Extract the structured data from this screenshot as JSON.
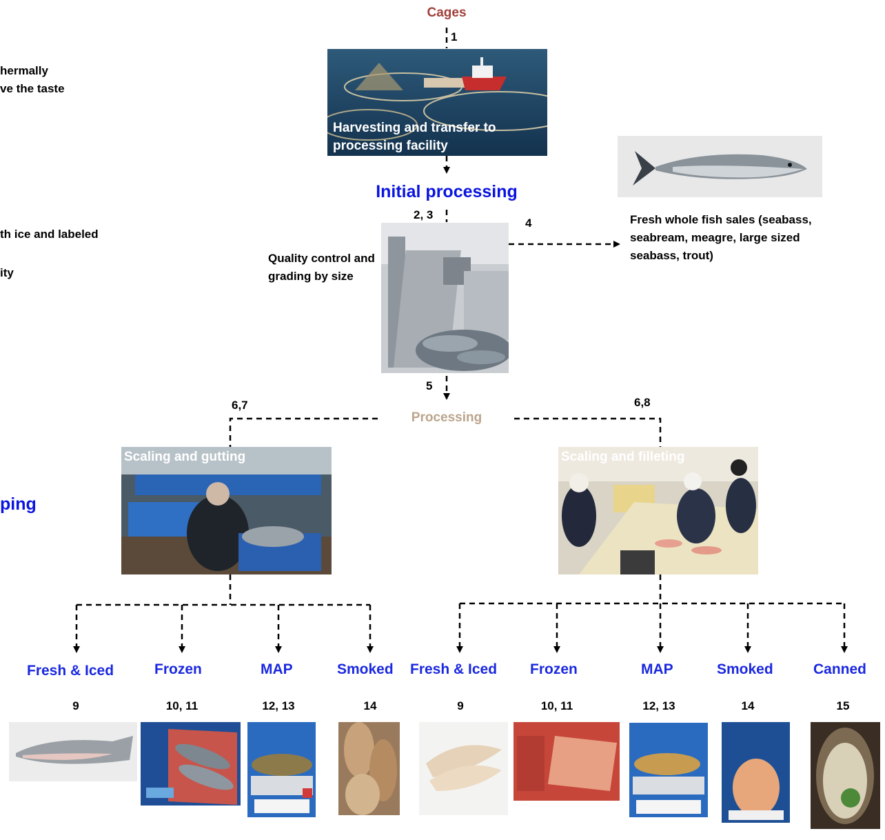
{
  "top": {
    "cages": "Cages"
  },
  "labels": {
    "harvest": "Harvesting and transfer to processing facility",
    "initial": "Initial processing",
    "quality": "Quality control and grading by size",
    "fresh_whole": "Fresh whole fish sales (seabass, seabream, meagre, large sized seabass, trout)",
    "processing": "Processing",
    "scaling_gutting": "Scaling and gutting",
    "scaling_filleting": "Scaling and filleting"
  },
  "left_clipped": {
    "line1": "hermally",
    "line2": "ve the taste",
    "line3": "th ice and labeled",
    "line4": "ity",
    "heading": "ping"
  },
  "steps": {
    "s1": "1",
    "s23": "2, 3",
    "s4": "4",
    "s5": "5",
    "s67": "6,7",
    "s68": "6,8"
  },
  "products_left": [
    {
      "name": "Fresh & Iced",
      "num": "9"
    },
    {
      "name": "Frozen",
      "num": "10, 11"
    },
    {
      "name": "MAP",
      "num": "12, 13"
    },
    {
      "name": "Smoked",
      "num": "14"
    }
  ],
  "products_right": [
    {
      "name": "Fresh & Iced",
      "num": "9"
    },
    {
      "name": "Frozen",
      "num": "10, 11"
    },
    {
      "name": "MAP",
      "num": "12, 13"
    },
    {
      "name": "Smoked",
      "num": "14"
    },
    {
      "name": "Canned",
      "num": "15"
    }
  ],
  "colors": {
    "cages_title": "#a0403a",
    "blue_titles": "#0a14e0",
    "processing_title": "#bba58c"
  }
}
